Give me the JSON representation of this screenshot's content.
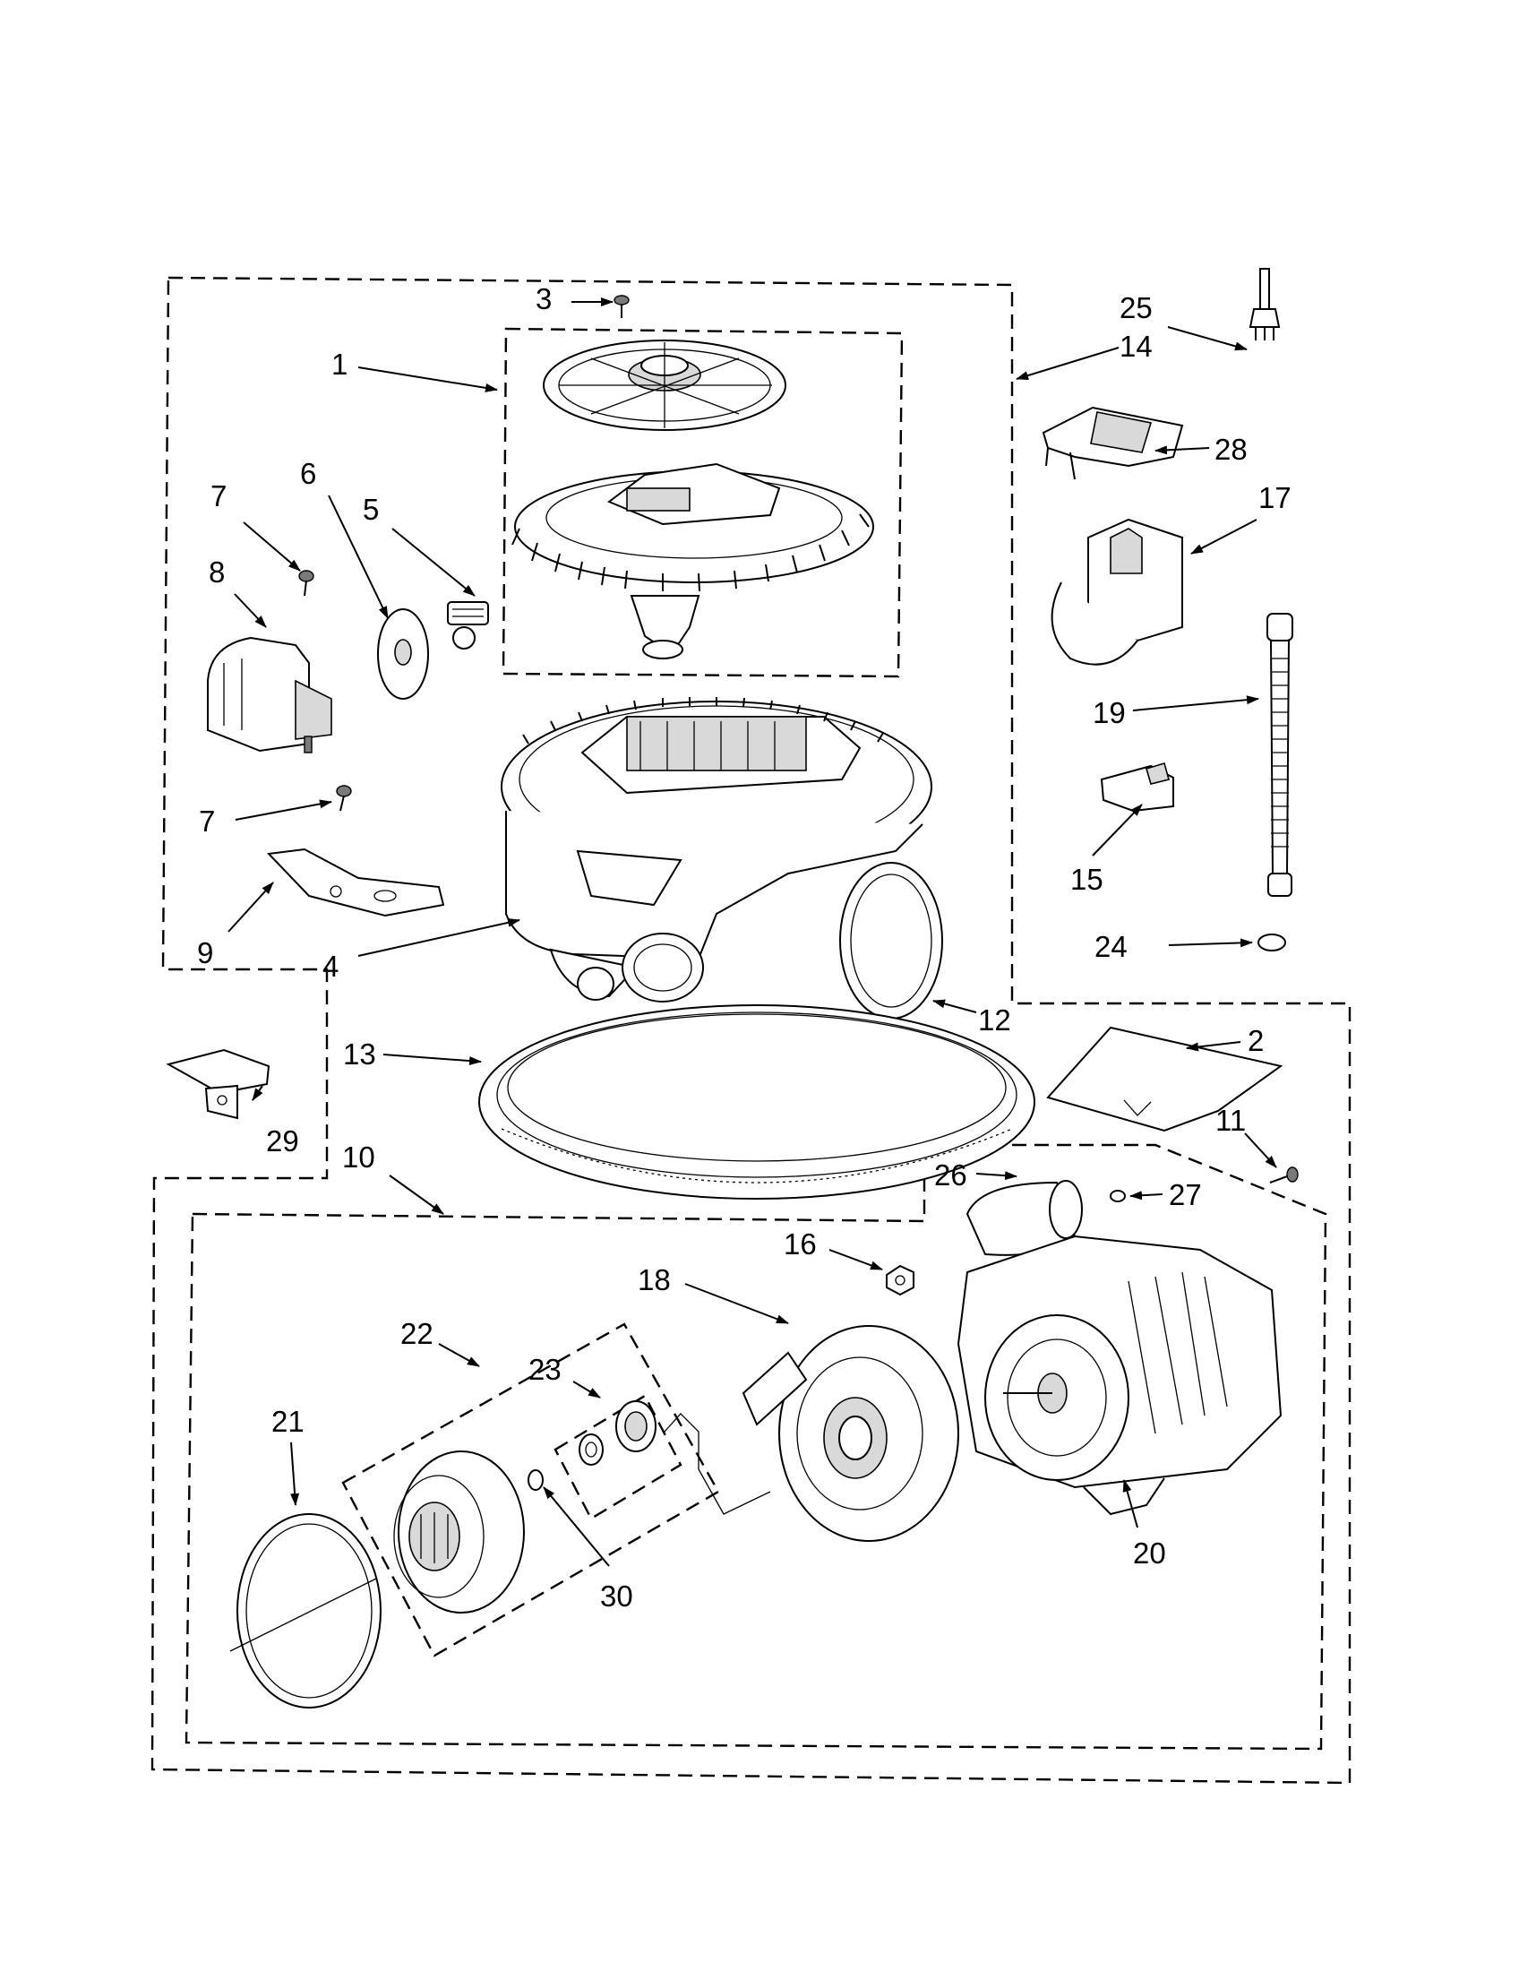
{
  "callouts": {
    "p1": "1",
    "p2": "2",
    "p3": "3",
    "p4": "4",
    "p5": "5",
    "p6": "6",
    "p7a": "7",
    "p7b": "7",
    "p8": "8",
    "p9": "9",
    "p10": "10",
    "p11": "11",
    "p12": "12",
    "p13": "13",
    "p14": "14",
    "p15": "15",
    "p16": "16",
    "p17": "17",
    "p18": "18",
    "p19": "19",
    "p20": "20",
    "p21": "21",
    "p22": "22",
    "p23": "23",
    "p24": "24",
    "p25": "25",
    "p26": "26",
    "p27": "27",
    "p28": "28",
    "p29": "29",
    "p30": "30"
  }
}
